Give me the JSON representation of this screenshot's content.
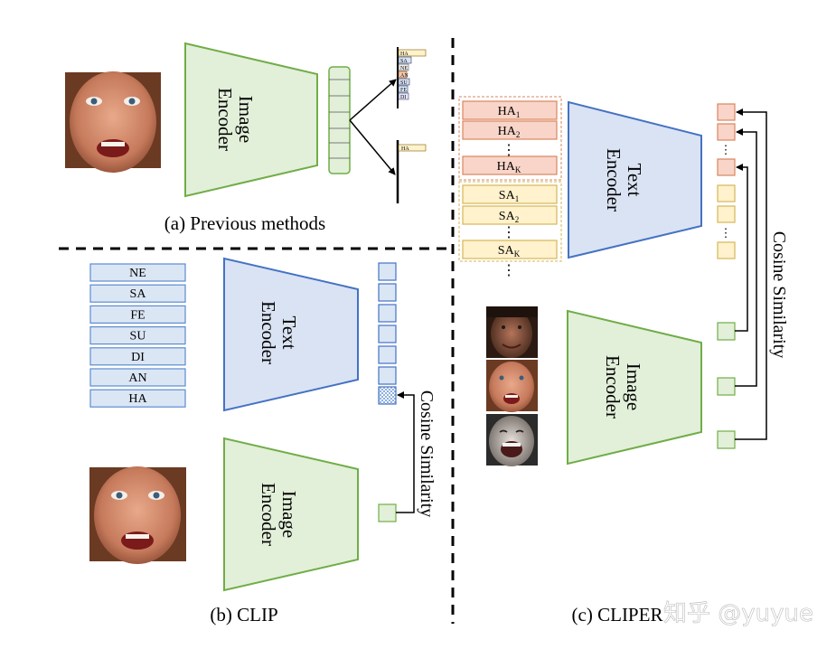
{
  "panel_a": {
    "caption": "(a) Previous methods",
    "encoder_line1": "Image",
    "encoder_line2": "Encoder",
    "bar_labels": [
      "HA",
      "SA",
      "NE",
      "AN",
      "SU",
      "FE",
      "DI"
    ],
    "single_label": "HA"
  },
  "panel_b": {
    "caption": "(b) CLIP",
    "classes": [
      "NE",
      "SA",
      "FE",
      "SU",
      "DI",
      "AN",
      "HA"
    ],
    "text_encoder_line1": "Text",
    "text_encoder_line2": "Encoder",
    "image_encoder_line1": "Image",
    "image_encoder_line2": "Encoder",
    "similarity_label": "Cosine Similarity"
  },
  "panel_c": {
    "caption": "(c) CLIPER",
    "ha_prompts": [
      {
        "base": "HA",
        "sub": "1"
      },
      {
        "base": "HA",
        "sub": "2"
      },
      {
        "base": "HA",
        "sub": "K"
      }
    ],
    "sa_prompts": [
      {
        "base": "SA",
        "sub": "1"
      },
      {
        "base": "SA",
        "sub": "2"
      },
      {
        "base": "SA",
        "sub": "K"
      }
    ],
    "text_encoder_line1": "Text",
    "text_encoder_line2": "Encoder",
    "image_encoder_line1": "Image",
    "image_encoder_line2": "Encoder",
    "similarity_label": "Cosine Similarity"
  },
  "watermark": "知乎 @yuyue",
  "colors": {
    "image_encoder_fill": "#e2efd9",
    "image_encoder_stroke": "#70ad47",
    "text_encoder_fill": "#dae3f3",
    "text_encoder_stroke": "#4472c4",
    "ha_fill": "#f8d5c8",
    "ha_stroke": "#d9855f",
    "sa_fill": "#fff2cc",
    "sa_stroke": "#d6b656",
    "class_fill": "#dbe6f5",
    "class_stroke": "#5b8bd0"
  }
}
